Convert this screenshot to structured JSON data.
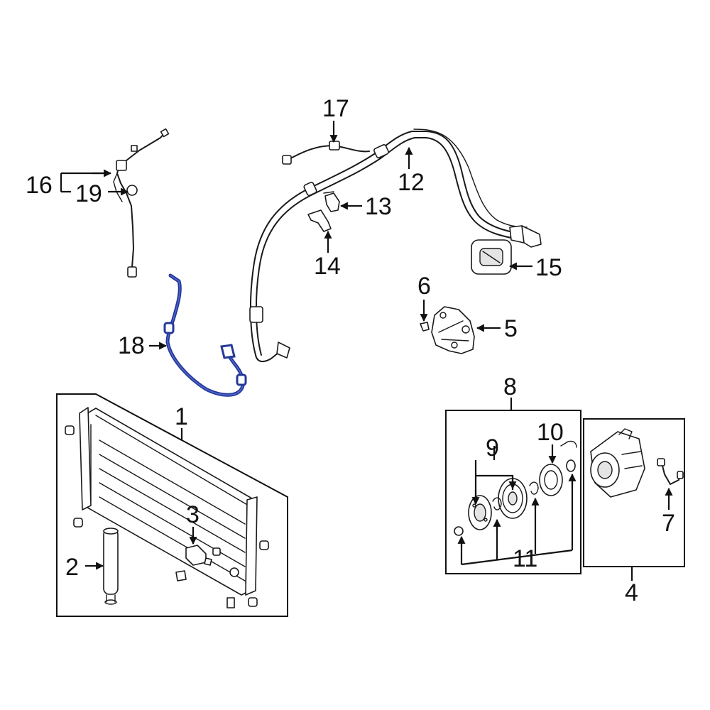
{
  "callouts": {
    "c1": "1",
    "c2": "2",
    "c3": "3",
    "c4": "4",
    "c5": "5",
    "c6": "6",
    "c7": "7",
    "c8": "8",
    "c9": "9",
    "c10": "10",
    "c11": "11",
    "c12": "12",
    "c13": "13",
    "c14": "14",
    "c15": "15",
    "c16": "16",
    "c17": "17",
    "c18": "18",
    "c19": "19"
  },
  "colors": {
    "highlight_part": "#24389a",
    "line_art": "#1a1a1a",
    "background": "#ffffff"
  }
}
